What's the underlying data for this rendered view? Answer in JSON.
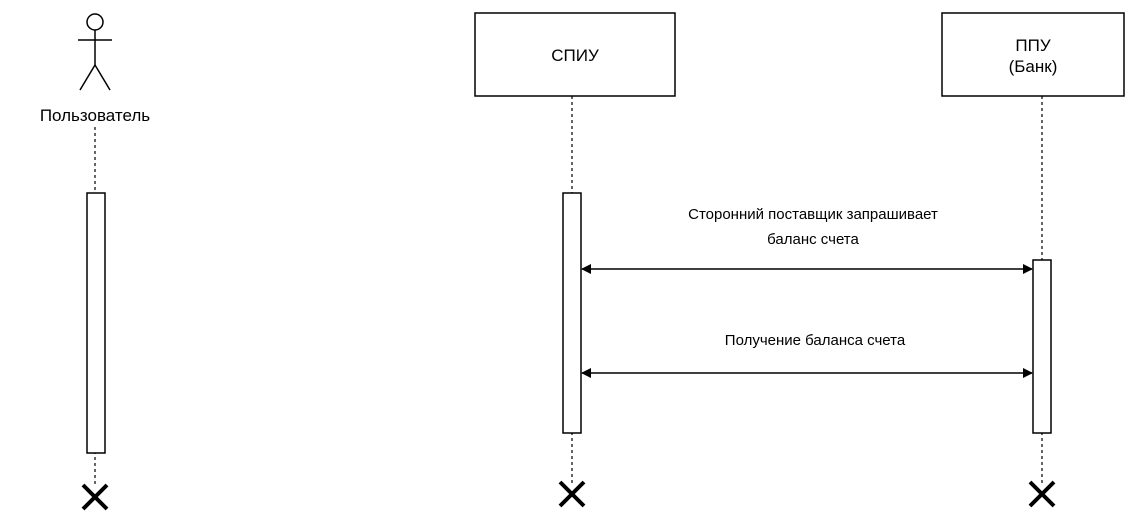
{
  "participants": {
    "user": {
      "label": "Пользователь"
    },
    "spiu": {
      "label": "СПИУ"
    },
    "ppu": {
      "label_line1": "ППУ",
      "label_line2": "(Банк)"
    }
  },
  "messages": [
    {
      "line1": "Сторонний поставщик запрашивает",
      "line2": "баланс счета"
    },
    {
      "line1": "Получение баланса счета"
    }
  ]
}
